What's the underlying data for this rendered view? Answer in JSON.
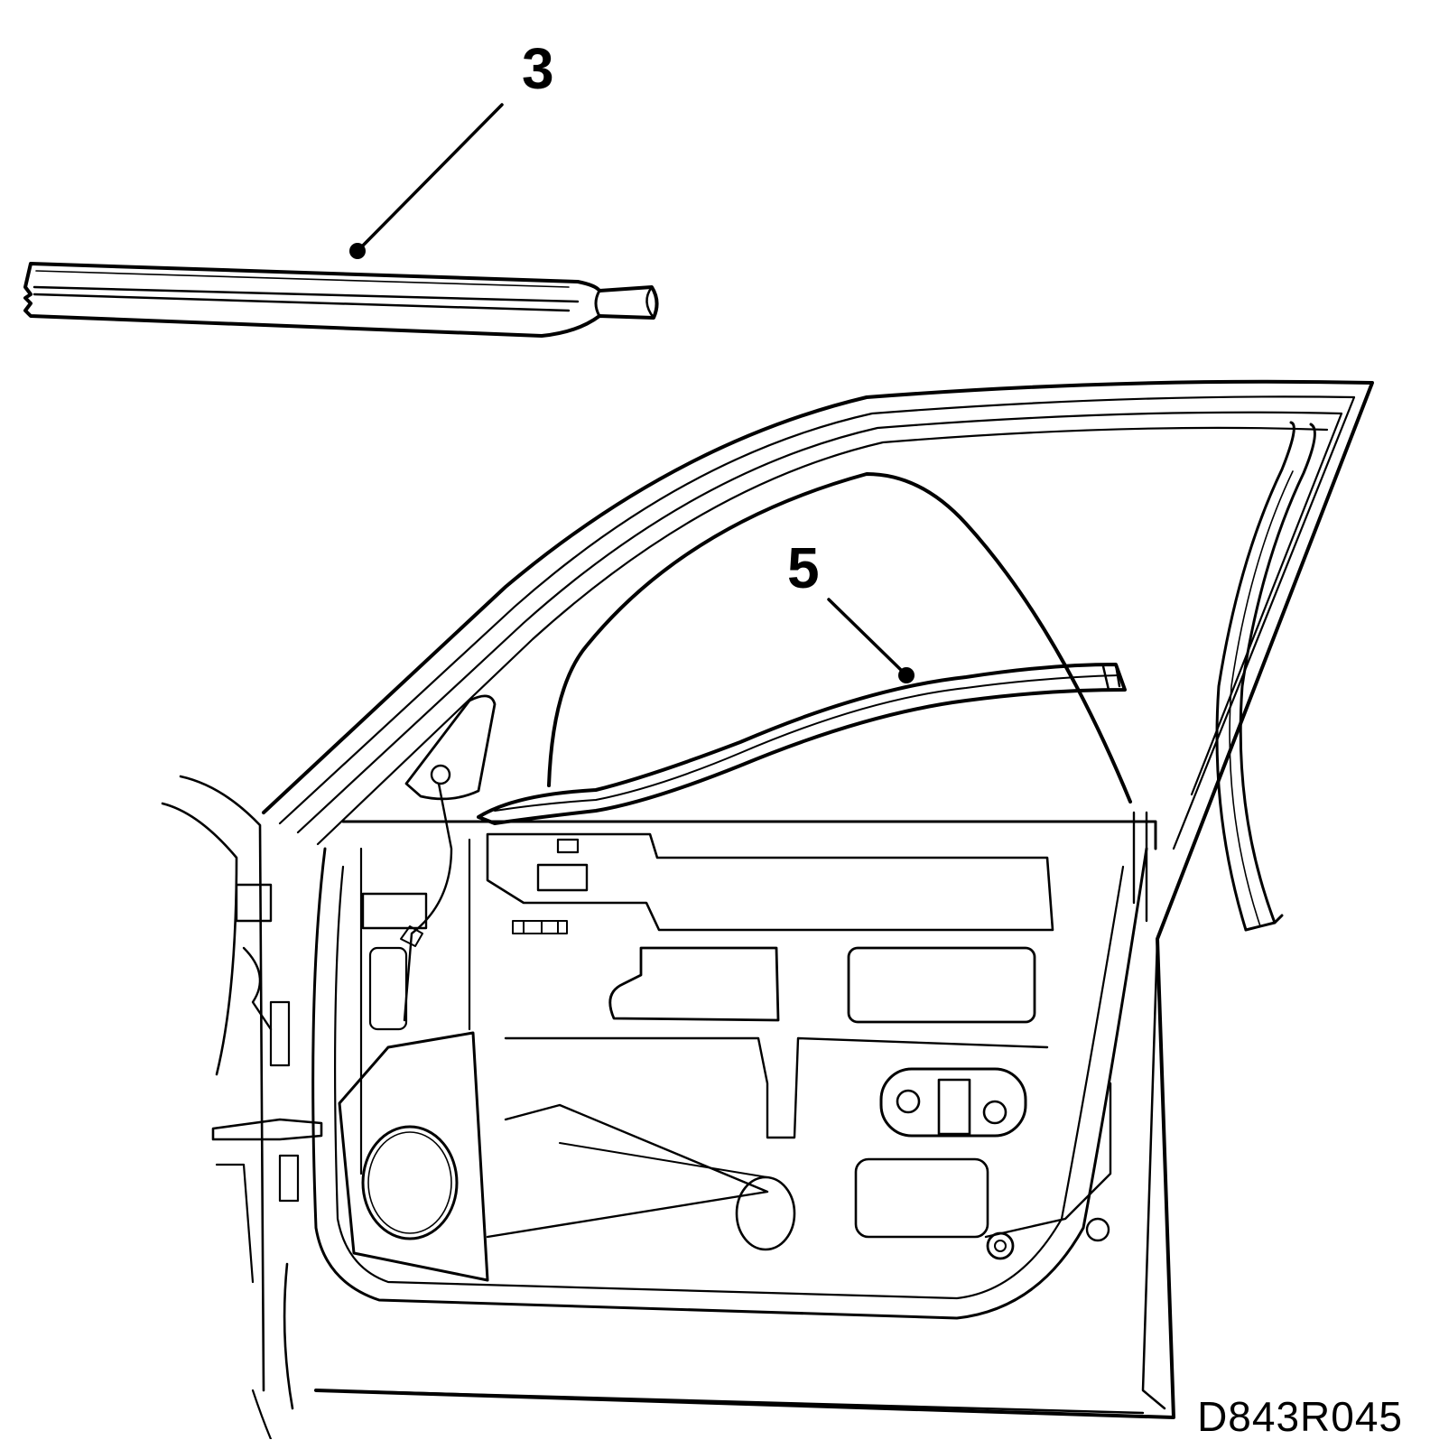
{
  "callouts": {
    "part_3": "3",
    "part_5": "5"
  },
  "figure_code": "D843R045",
  "colors": {
    "line": "#000000",
    "background": "#ffffff"
  }
}
